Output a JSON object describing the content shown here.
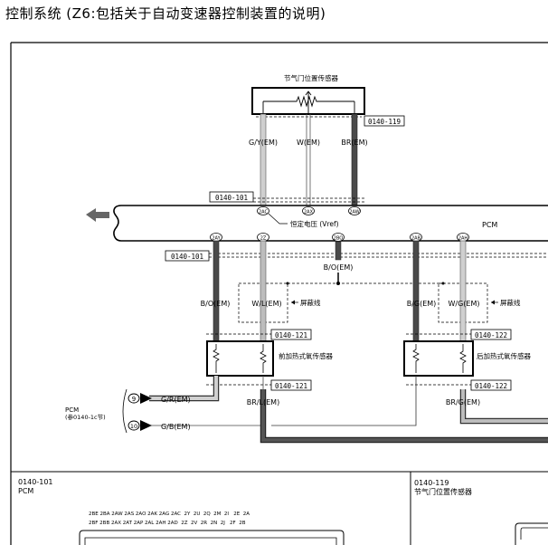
{
  "title": "控制系统 (Z6:包括关于自动变速器控制装置的说明)",
  "sensors": {
    "throttle": {
      "label": "节气门位置传感器",
      "ref": "0140-119"
    },
    "front_o2": {
      "label": "前加热式氧传感器",
      "ref_top": "0140-121",
      "ref_bottom": "0140-121"
    },
    "rear_o2": {
      "label": "后加热式氧传感器",
      "ref_top": "0140-122",
      "ref_bottom": "0140-122"
    }
  },
  "wires": {
    "gy": "G/Y(EM)",
    "w": "W(EM)",
    "br": "BR(EM)",
    "bo_shield": "B/O(EM)",
    "bo_left": "B/O(EM)",
    "wl": "W/L(EM)",
    "bg": "B/G(EM)",
    "wg": "W/G(EM)",
    "gr": "G/R(EM)",
    "gb": "G/B(EM)",
    "brl": "BR/L(EM)",
    "brg": "BR/G(EM)"
  },
  "pcm": {
    "label": "PCM",
    "ref_top": "0140-101",
    "ref_left": "0140-101",
    "vref_label": "恒定电压 (Vref)"
  },
  "pins": {
    "p2ac": "2AC",
    "p2ax": "2AX",
    "p2aw": "2AW",
    "p2ay": "2AY",
    "p2z": "2Z",
    "p2bo": "2BO",
    "p2ab": "2AB",
    "p2ah": "2AH"
  },
  "shield_labels": {
    "left": "屏蔽线",
    "right": "屏蔽线"
  },
  "pcm_ref": {
    "line1": "PCM",
    "line2": "(参0140-1c节)",
    "pin9": "9",
    "pin10": "10"
  },
  "bottom_left": {
    "ref": "0140-101",
    "name": "PCM",
    "pin_row1": "2BE 2BA 2AW 2AS 2AO 2AK 2AG 2AC  2Y  2U  2Q  2M  2I   2E  2A",
    "pin_row2": "2BF 2BB 2AX 2AT 2AP 2AL 2AH 2AD  2Z  2V  2R  2N  2J   2F  2B"
  },
  "bottom_right": {
    "ref": "0140-119",
    "name": "节气门位置传感器"
  }
}
